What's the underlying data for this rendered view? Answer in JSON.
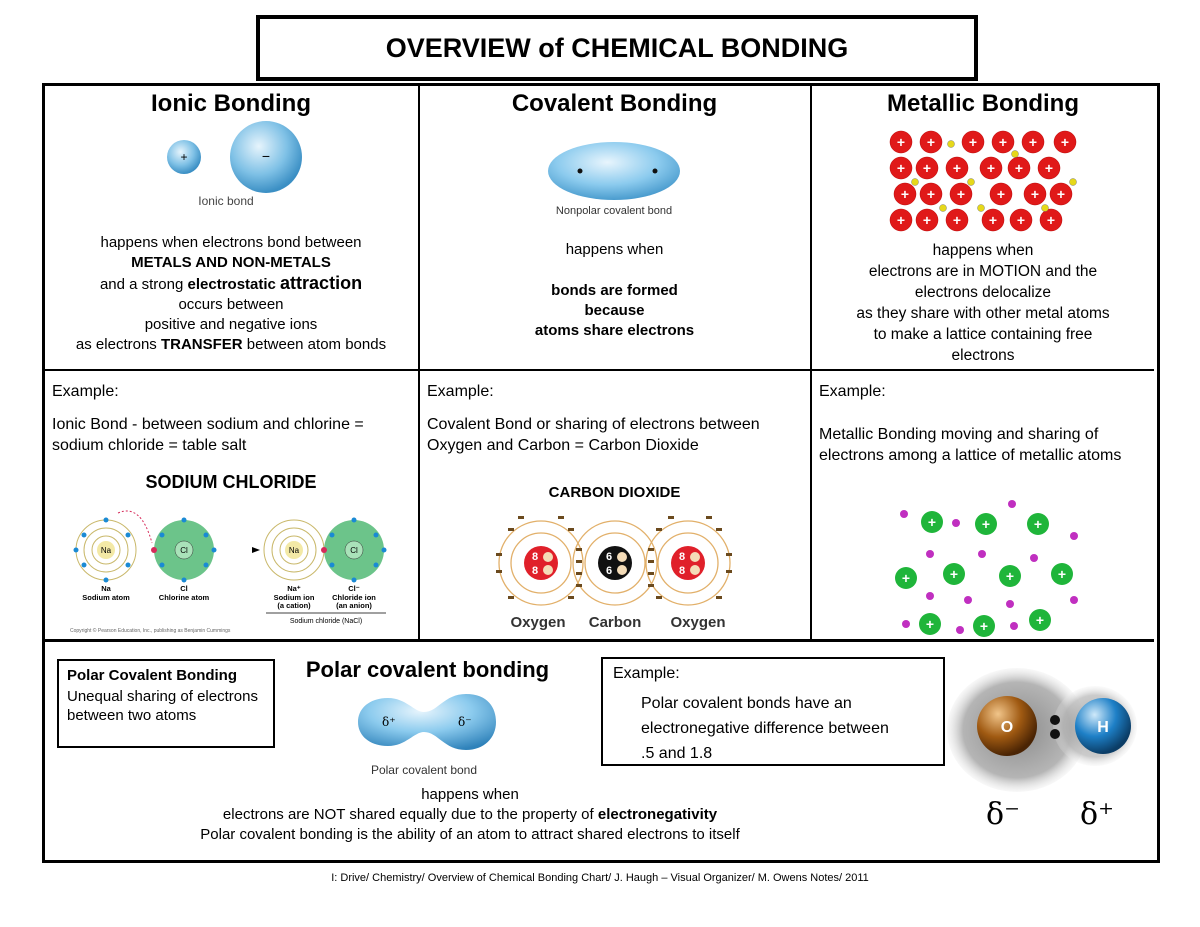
{
  "title": "OVERVIEW of CHEMICAL BONDING",
  "ionic": {
    "heading": "Ionic Bonding",
    "img_caption": "Ionic bond",
    "plus": "+",
    "minus": "−",
    "line1": "happens when electrons bond between",
    "line2": "METALS AND NON-METALS",
    "line3a": "and a  strong ",
    "line3b": "electrostatic",
    "line3c": "attraction",
    "line4": "occurs between",
    "line5": "positive and negative ions",
    "line6a": "as electrons ",
    "line6b": "TRANSFER",
    "line6c": " between atom bonds",
    "example_label": "Example:",
    "example_text": "Ionic Bond - between sodium and chlorine = sodium chloride = table salt",
    "diagram_title": "SODIUM CHLORIDE",
    "na_label": "Na",
    "cl_label": "Cl",
    "na_name": "Sodium atom",
    "cl_name": "Chlorine atom",
    "na_ion": "Na⁺",
    "na_ion_name": "Sodium ion",
    "na_ion_type": "(a cation)",
    "cl_ion": "Cl⁻",
    "cl_ion_name": "Chloride ion",
    "cl_ion_type": "(an anion)",
    "compound": "Sodium chloride (NaCl)",
    "copyright": "Copyright © Pearson Education, Inc., publishing as Benjamin Cummings"
  },
  "covalent": {
    "heading": "Covalent Bonding",
    "img_caption": "Nonpolar covalent bond",
    "line1": "happens when",
    "line2": "bonds are formed",
    "line3": "because",
    "line4": "atoms share electrons",
    "example_label": "Example:",
    "example_text": "Covalent Bond or sharing of electrons between Oxygen and Carbon = Carbon Dioxide",
    "diagram_title": "CARBON DIOXIDE",
    "oxygen": "Oxygen",
    "carbon": "Carbon",
    "o_num": "8",
    "c_num": "6"
  },
  "metallic": {
    "heading": "Metallic Bonding",
    "line1": "happens when",
    "line2": "electrons are in MOTION and the",
    "line3": "electrons delocalize",
    "line4": "as they share with other metal atoms",
    "line5": "to make a lattice containing free",
    "line6": "electrons",
    "example_label": "Example:",
    "example_text": "Metallic Bonding moving and sharing of electrons among a lattice of metallic atoms"
  },
  "polar": {
    "box_title": "Polar Covalent Bonding",
    "box_text": "Unequal sharing of electrons between two atoms",
    "heading": "Polar covalent bonding",
    "img_caption": "Polar covalent bond",
    "delta_plus_small": "δ⁺",
    "delta_minus_small": "δ⁻",
    "line1": "happens when",
    "line2a": "electrons are NOT shared equally due to the property of ",
    "line2b": "electronegativity",
    "line3": "Polar covalent bonding is the ability of an atom to attract shared electrons to itself",
    "example_label": "Example:",
    "example_line1": "Polar covalent bonds have an",
    "example_line2": "electronegative difference between",
    "example_line3": ".5 and 1.8",
    "o_label": "O",
    "h_label": "H",
    "delta_minus": "δ⁻",
    "delta_plus": "δ⁺"
  },
  "footer": "I: Drive/ Chemistry/ Overview of Chemical Bonding Chart/ J. Haugh – Visual Organizer/ M. Owens Notes/ 2011"
}
